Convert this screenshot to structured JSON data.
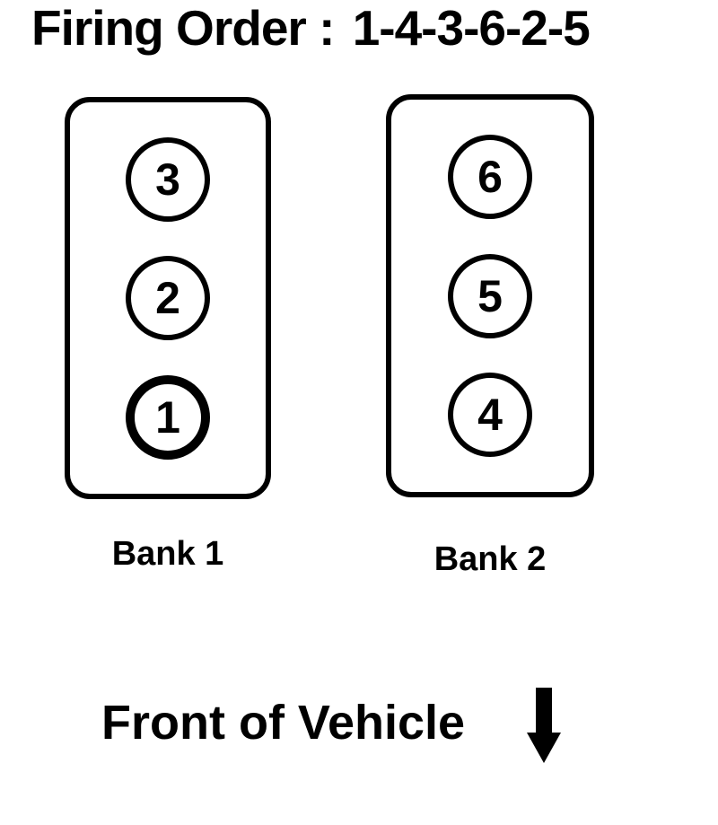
{
  "title": {
    "label": "Firing Order :",
    "value": "1-4-3-6-2-5"
  },
  "firing_order": [
    "1",
    "4",
    "3",
    "6",
    "2",
    "5"
  ],
  "banks": [
    {
      "label": "Bank 1",
      "cylinders": [
        {
          "number": "3",
          "emphasized": false
        },
        {
          "number": "2",
          "emphasized": false
        },
        {
          "number": "1",
          "emphasized": true
        }
      ]
    },
    {
      "label": "Bank 2",
      "cylinders": [
        {
          "number": "6",
          "emphasized": false
        },
        {
          "number": "5",
          "emphasized": false
        },
        {
          "number": "4",
          "emphasized": false
        }
      ]
    }
  ],
  "footer": {
    "front_label": "Front of Vehicle",
    "arrow_icon": "down-arrow"
  },
  "colors": {
    "ink": "#000000",
    "background": "#ffffff"
  }
}
